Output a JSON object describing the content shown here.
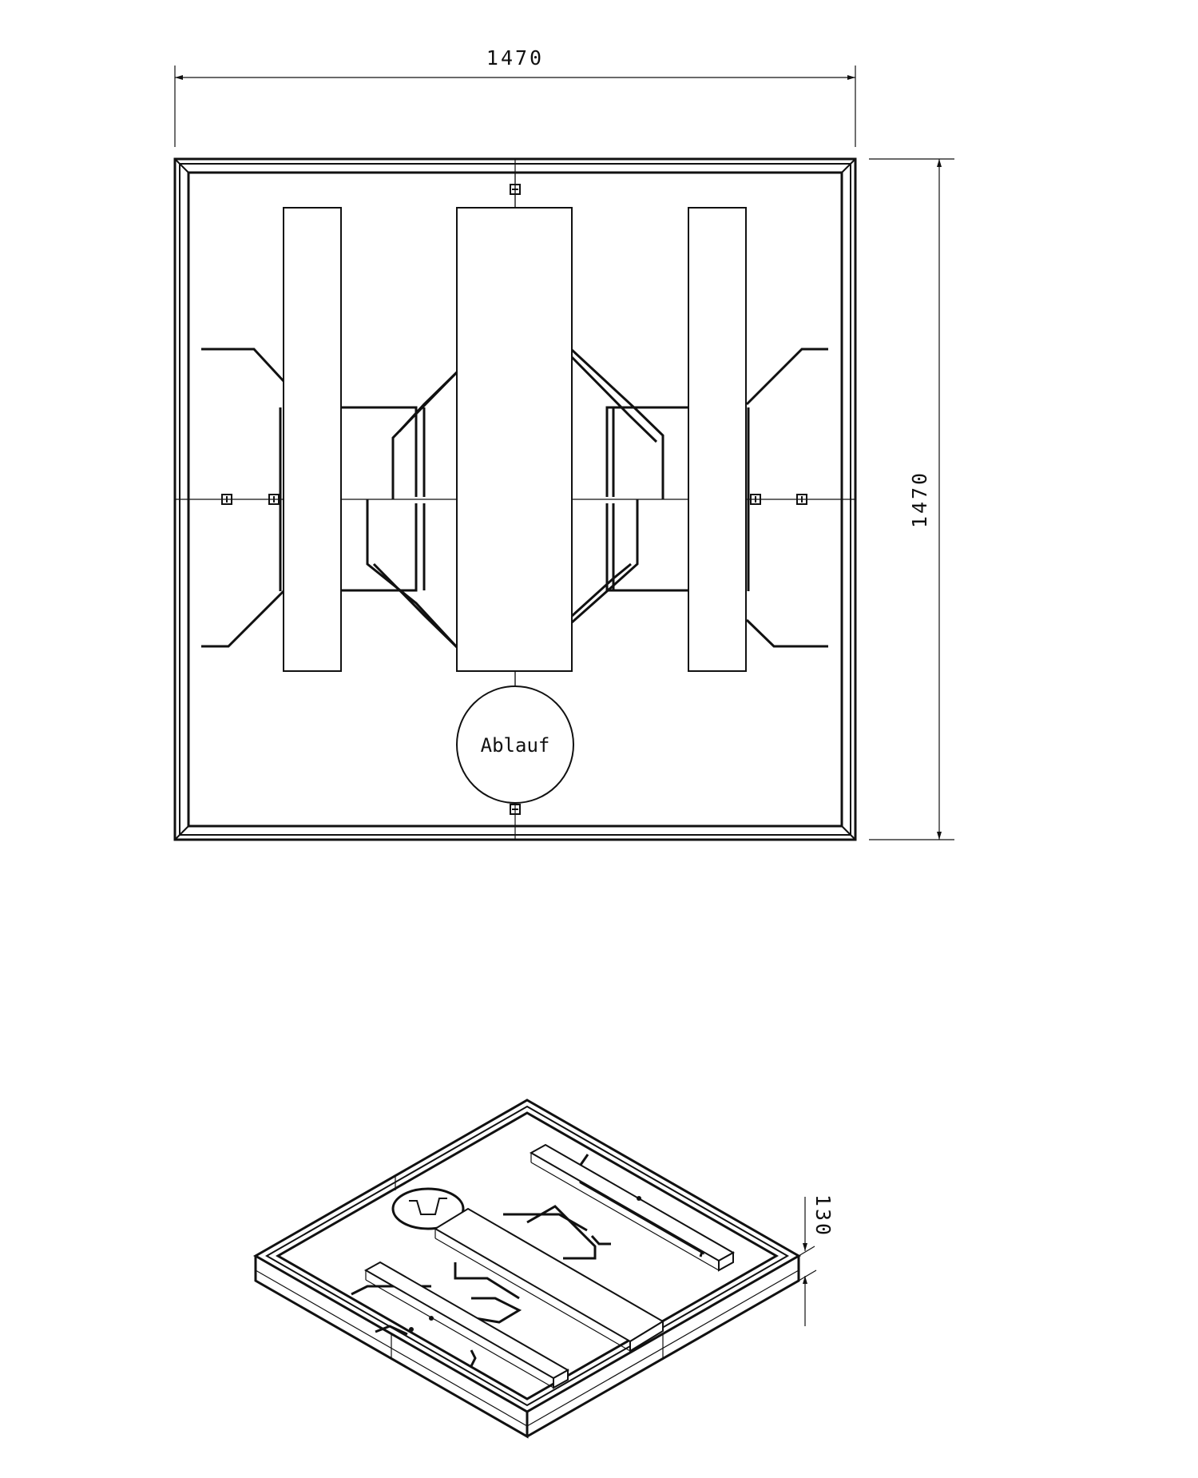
{
  "dimensions": {
    "plan_width": "1470",
    "plan_height": "1470",
    "iso_height": "130"
  },
  "labels": {
    "drain": "Ablauf"
  }
}
